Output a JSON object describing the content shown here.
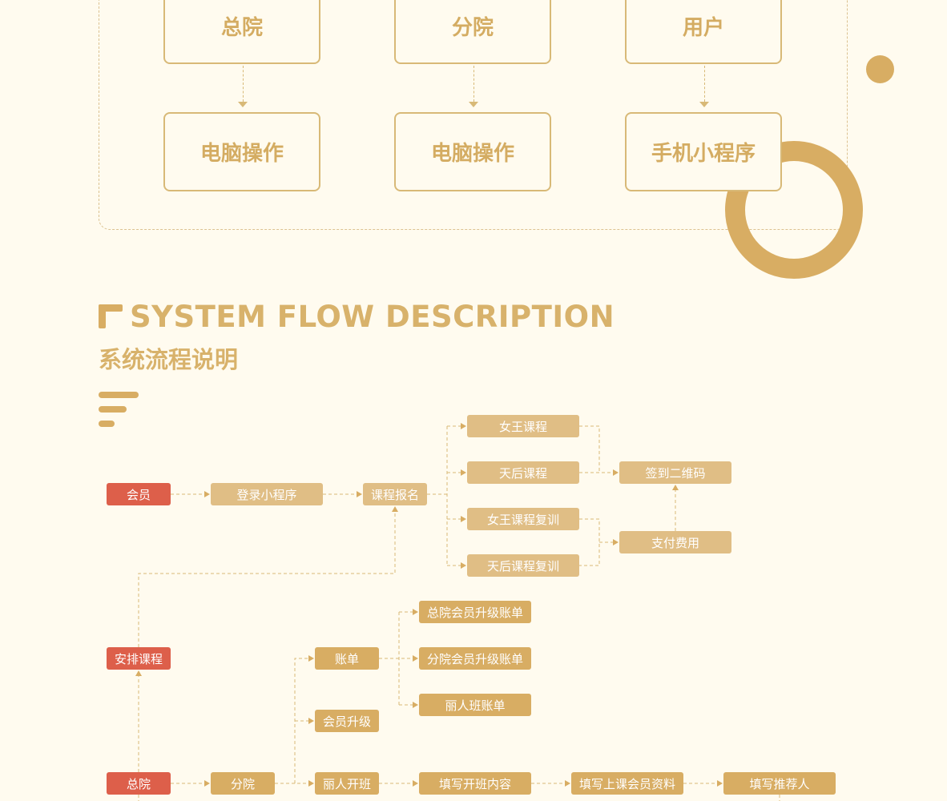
{
  "top_diagram": {
    "roles": [
      "总院",
      "分院",
      "用户"
    ],
    "methods": [
      "电脑操作",
      "电脑操作",
      "手机小程序"
    ]
  },
  "section": {
    "title_en": "SYSTEM FLOW DESCRIPTION",
    "title_cn": "系统流程说明"
  },
  "flow": {
    "member": "会员",
    "login": "登录小程序",
    "enroll": "课程报名",
    "queen_course": "女王课程",
    "empress_course": "天后课程",
    "queen_retrain": "女王课程复训",
    "empress_retrain": "天后课程复训",
    "checkin_qr": "签到二维码",
    "pay": "支付费用",
    "schedule": "安排课程",
    "bill": "账单",
    "hq_member_bill": "总院会员升级账单",
    "branch_member_bill": "分院会员升级账单",
    "beauty_bill": "丽人班账单",
    "member_upgrade": "会员升级",
    "hq": "总院",
    "branch": "分院",
    "beauty_class": "丽人开班",
    "fill_class": "填写开班内容",
    "fill_member": "填写上课会员资料",
    "fill_referrer": "填写推荐人"
  },
  "colors": {
    "background": "#fffbef",
    "gold": "#d8ad63",
    "light_gold": "#e0be85",
    "red": "#dd5f4a"
  }
}
